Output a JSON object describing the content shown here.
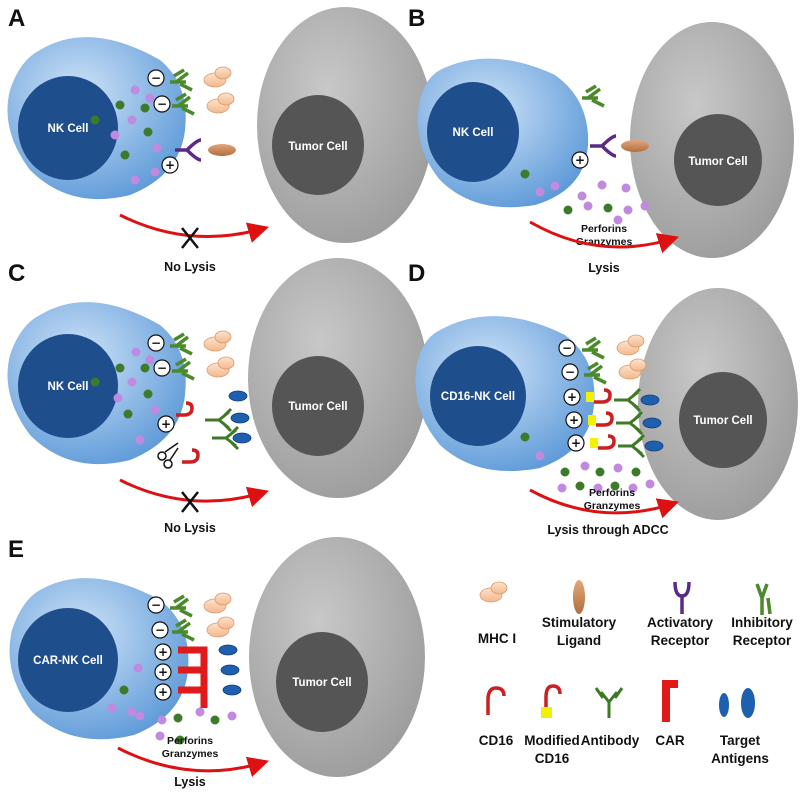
{
  "panels": {
    "A": {
      "letter": "A",
      "nk_label": "NK Cell",
      "tumor_label": "Tumor Cell",
      "outcome": "No Lysis"
    },
    "B": {
      "letter": "B",
      "nk_label": "NK Cell",
      "tumor_label": "Tumor Cell",
      "release_line1": "Perforins",
      "release_line2": "Granzymes",
      "outcome": "Lysis"
    },
    "C": {
      "letter": "C",
      "nk_label": "NK Cell",
      "tumor_label": "Tumor Cell",
      "outcome": "No Lysis"
    },
    "D": {
      "letter": "D",
      "nk_label": "CD16-NK Cell",
      "tumor_label": "Tumor Cell",
      "release_line1": "Perforins",
      "release_line2": "Granzymes",
      "outcome": "Lysis through ADCC"
    },
    "E": {
      "letter": "E",
      "nk_label": "CAR-NK Cell",
      "tumor_label": "Tumor Cell",
      "release_line1": "Perforins",
      "release_line2": "Granzymes",
      "outcome": "Lysis"
    }
  },
  "signs": {
    "minus": "−",
    "plus": "+"
  },
  "legend": {
    "mhc1": "MHC I",
    "stim_line1": "Stimulatory",
    "stim_line2": "Ligand",
    "act_line1": "Activatory",
    "act_line2": "Receptor",
    "inh_line1": "Inhibitory",
    "inh_line2": "Receptor",
    "cd16": "CD16",
    "mod_line1": "Modified",
    "mod_line2": "CD16",
    "antibody": "Antibody",
    "car": "CAR",
    "tgt_line1": "Target",
    "tgt_line2": "Antigens"
  },
  "colors": {
    "nk_cell": "#6fa8e0",
    "nucleus": "#1f4e8c",
    "tumor_cell": "#a6a6a6",
    "tumor_nucleus": "#555555",
    "mhc": "#f8c9a4",
    "stim_ligand": "#c9885a",
    "activatory": "#5b2a86",
    "inhibitory": "#4a8a2a",
    "cd16": "#cc1f1f",
    "modified_tag": "#f2f200",
    "car": "#e01a1a",
    "antigen": "#1f5fb0",
    "granule_purple": "#c08ae0",
    "granule_green": "#3d7a2a",
    "arrow": "#dd1111"
  }
}
